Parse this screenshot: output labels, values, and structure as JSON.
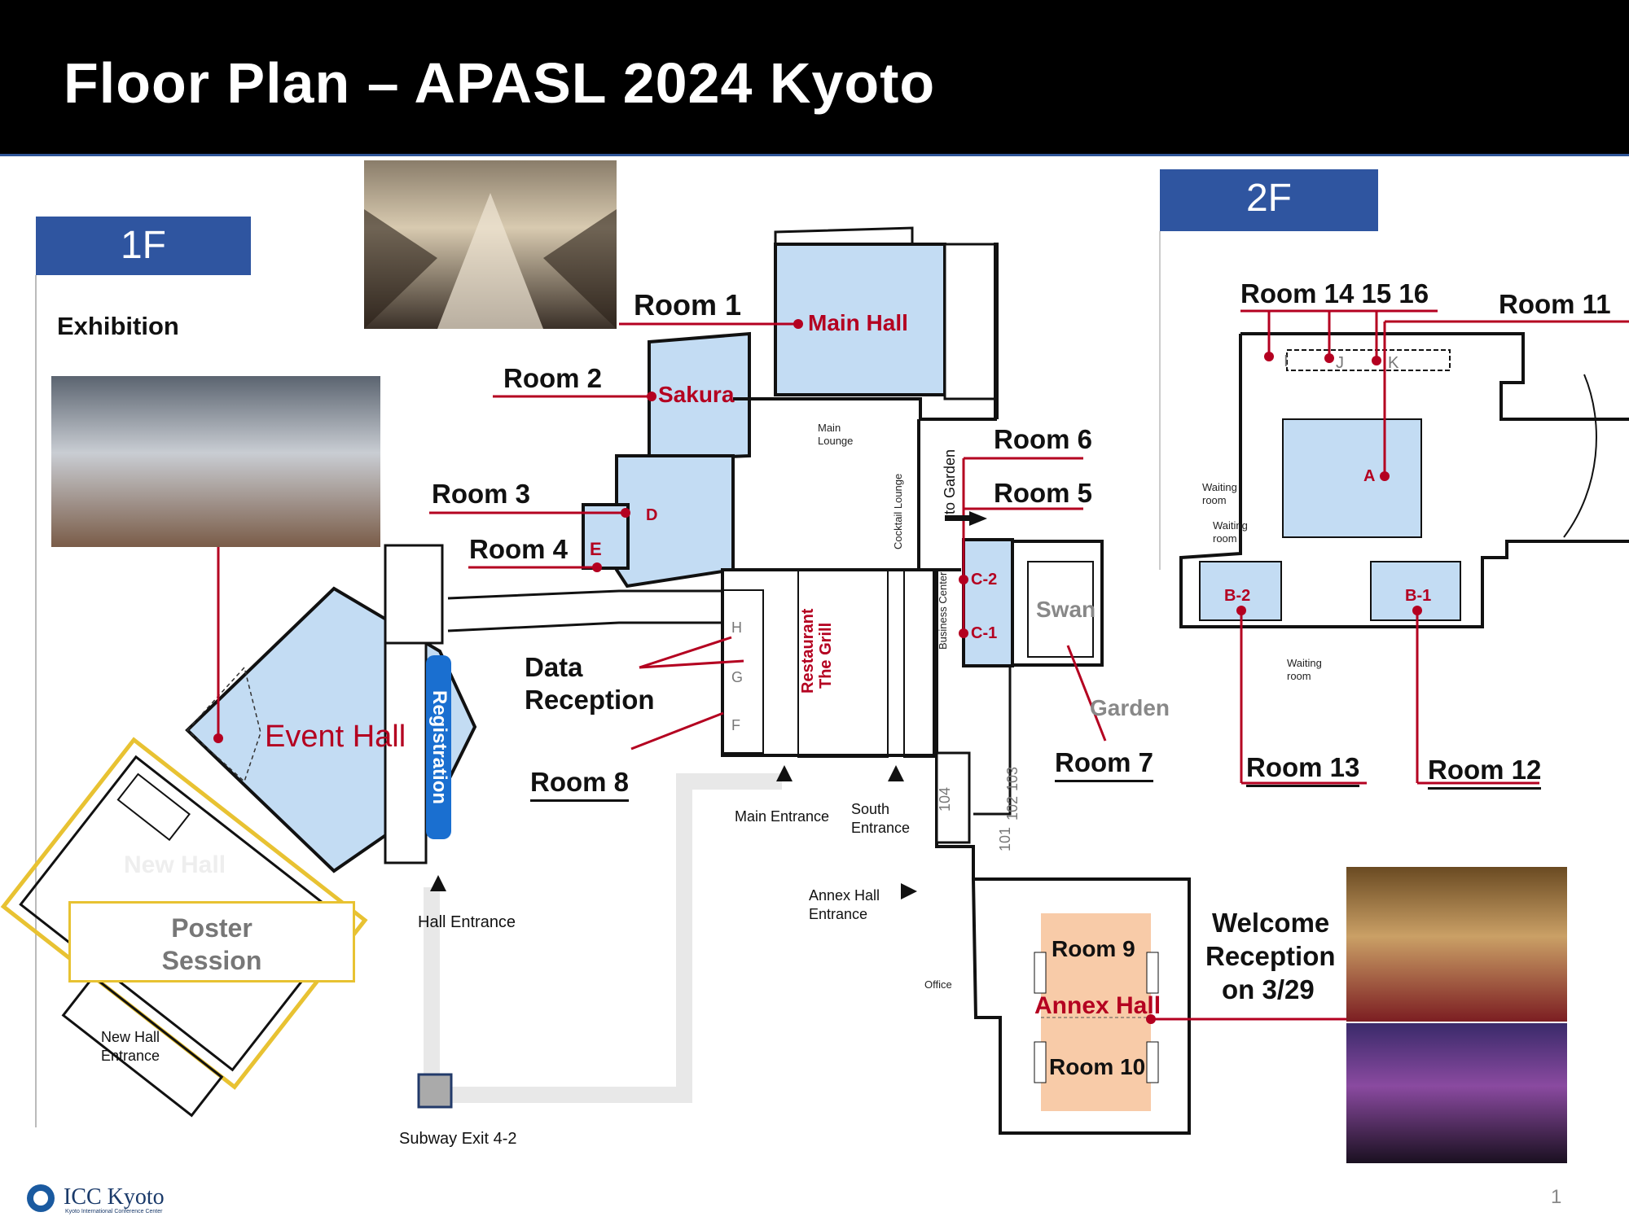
{
  "title": "Floor Plan – APASL 2024 Kyoto",
  "floors": {
    "first": "1F",
    "second": "2F"
  },
  "labels": {
    "exhibition": "Exhibition",
    "room1": "Room 1",
    "room2": "Room 2",
    "room3": "Room 3",
    "room4": "Room 4",
    "room5": "Room 5",
    "room6": "Room 6",
    "room7": "Room 7",
    "room8": "Room 8",
    "room11": "Room 11",
    "room12": "Room 12",
    "room13": "Room 13",
    "room14_16": "Room 14 15 16",
    "data_reception_1": "Data",
    "data_reception_2": "Reception",
    "welcome_1": "Welcome",
    "welcome_2": "Reception",
    "welcome_3": "on 3/29",
    "poster_1": "Poster",
    "poster_2": "Session",
    "subway": "Subway Exit 4-2",
    "hall_entrance": "Hall Entrance",
    "main_entrance": "Main Entrance",
    "south_entrance_1": "South",
    "south_entrance_2": "Entrance",
    "annex_entrance_1": "Annex Hall",
    "annex_entrance_2": "Entrance",
    "new_hall_entrance_1": "New Hall",
    "new_hall_entrance_2": "Entrance",
    "office": "Office",
    "main_lounge_1": "Main",
    "main_lounge_2": "Lounge",
    "cocktail_lounge": "Cocktail Lounge",
    "business_center": "Business Center",
    "to_garden": "to Garden",
    "restaurant": "Restaurant",
    "the_grill": "The Grill",
    "garden": "Garden",
    "swan": "Swan",
    "new_hall": "New Hall",
    "waiting_room_1": "Waiting",
    "waiting_room_2": "room",
    "registration": "Registration"
  },
  "rooms": {
    "main_hall": "Main Hall",
    "sakura": "Sakura",
    "event_hall": "Event Hall",
    "annex_hall": "Annex Hall",
    "room9": "Room 9",
    "room10": "Room 10",
    "d": "D",
    "e": "E",
    "c1": "C-1",
    "c2": "C-2",
    "a": "A",
    "b1": "B-1",
    "b2": "B-2",
    "i": "I",
    "j": "J",
    "k": "K",
    "f": "F",
    "g": "G",
    "h": "H",
    "r101": "101",
    "r102": "102",
    "r103": "103",
    "r104": "104"
  },
  "footer": {
    "logo": "ICC Kyoto",
    "logo_sub": "Kyoto International Conference Center",
    "page": "1"
  },
  "colors": {
    "room_fill": "#c3dcf3",
    "annex_fill": "#f8cba8",
    "accent_red": "#b40020",
    "tab_blue": "#2f55a0",
    "poster_border": "#e8c232"
  }
}
